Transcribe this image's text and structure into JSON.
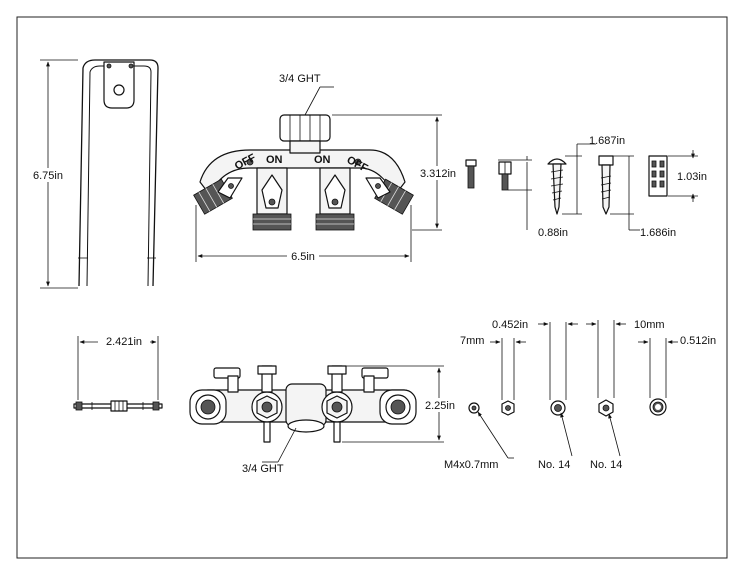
{
  "dimensions": {
    "hanger_height": "6.75in",
    "inlet_top": "3/4 GHT",
    "manifold_height": "3.312in",
    "manifold_width": "6.5in",
    "screw_length_1": "1.687in",
    "screw_length_2": "1.686in",
    "bolt_length": "0.88in",
    "anchor_length": "1.03in",
    "hanger_width": "2.421in",
    "front_height": "2.25in",
    "inlet_bottom": "3/4 GHT",
    "nut_size": "7mm",
    "washer_size": "0.452in",
    "nut_10": "10mm",
    "ring_size": "0.512in",
    "bolt_thread": "M4x0.7mm",
    "screw_no_1": "No. 14",
    "screw_no_2": "No. 14"
  },
  "valve_marks": {
    "off_left": "OFF",
    "on_left": "ON",
    "on_right": "ON",
    "off_right": "OFF"
  }
}
